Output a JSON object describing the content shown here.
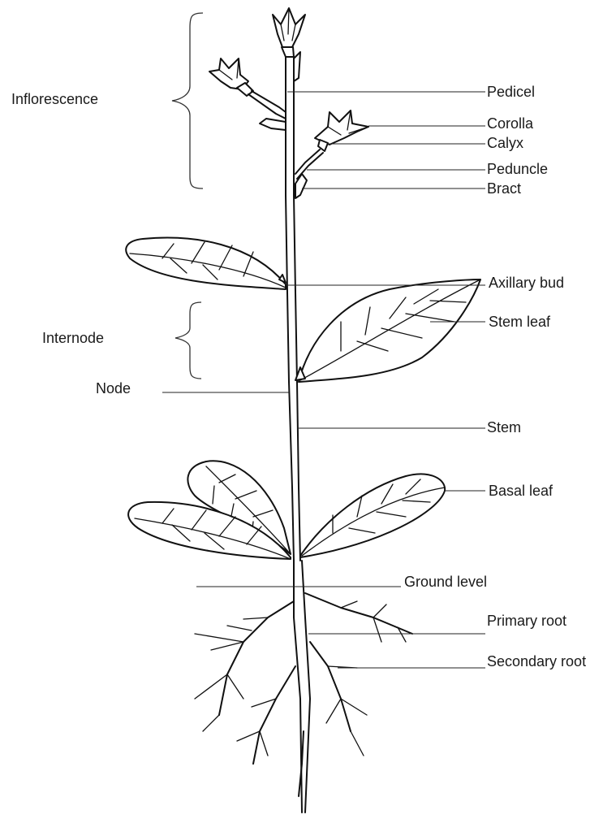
{
  "labels": {
    "inflorescence": "Inflorescence",
    "internode": "Internode",
    "node": "Node",
    "pedicel": "Pedicel",
    "corolla": "Corolla",
    "calyx": "Calyx",
    "peduncle": "Peduncle",
    "bract": "Bract",
    "axillary_bud": "Axillary bud",
    "stem_leaf": "Stem leaf",
    "stem": "Stem",
    "basal_leaf": "Basal leaf",
    "ground_level": "Ground level",
    "primary_root": "Primary root",
    "secondary_root": "Secondary root"
  }
}
